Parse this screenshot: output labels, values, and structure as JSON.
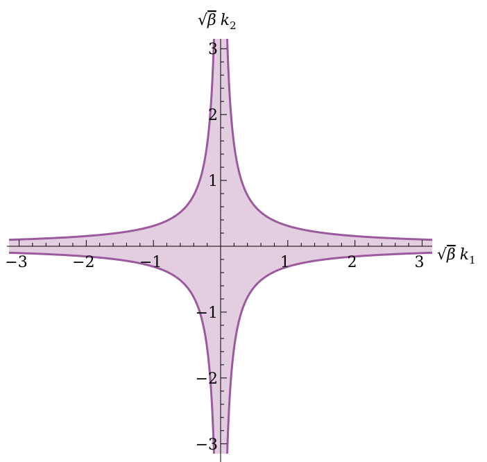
{
  "chart_data": {
    "type": "area",
    "title": "",
    "xlabel": {
      "text": "√β k₁",
      "radical": "√",
      "symbol": "β",
      "var": "k",
      "subscript": "1"
    },
    "ylabel": {
      "text": "√β k₂",
      "radical": "√",
      "symbol": "β",
      "var": "k",
      "subscript": "2"
    },
    "xlim": [
      -3.15,
      3.15
    ],
    "ylim": [
      -3.15,
      3.15
    ],
    "x_ticks": [
      -3,
      -2,
      -1,
      1,
      2,
      3
    ],
    "y_ticks": [
      -3,
      -2,
      -1,
      1,
      2,
      3
    ],
    "x_tick_labels": [
      "−3",
      "−2",
      "−1",
      "1",
      "2",
      "3"
    ],
    "y_tick_labels": [
      "−3",
      "−2",
      "−1",
      "1",
      "2",
      "3"
    ],
    "minor_tick_step": 0.2,
    "boundary": {
      "relation": "|x|·|y| = 0.31",
      "c": 0.31
    },
    "region": "|x|·|y| ≤ 0.31",
    "fill_color": "#e3cde0",
    "line_color": "#9c5a9e",
    "grid": false
  }
}
